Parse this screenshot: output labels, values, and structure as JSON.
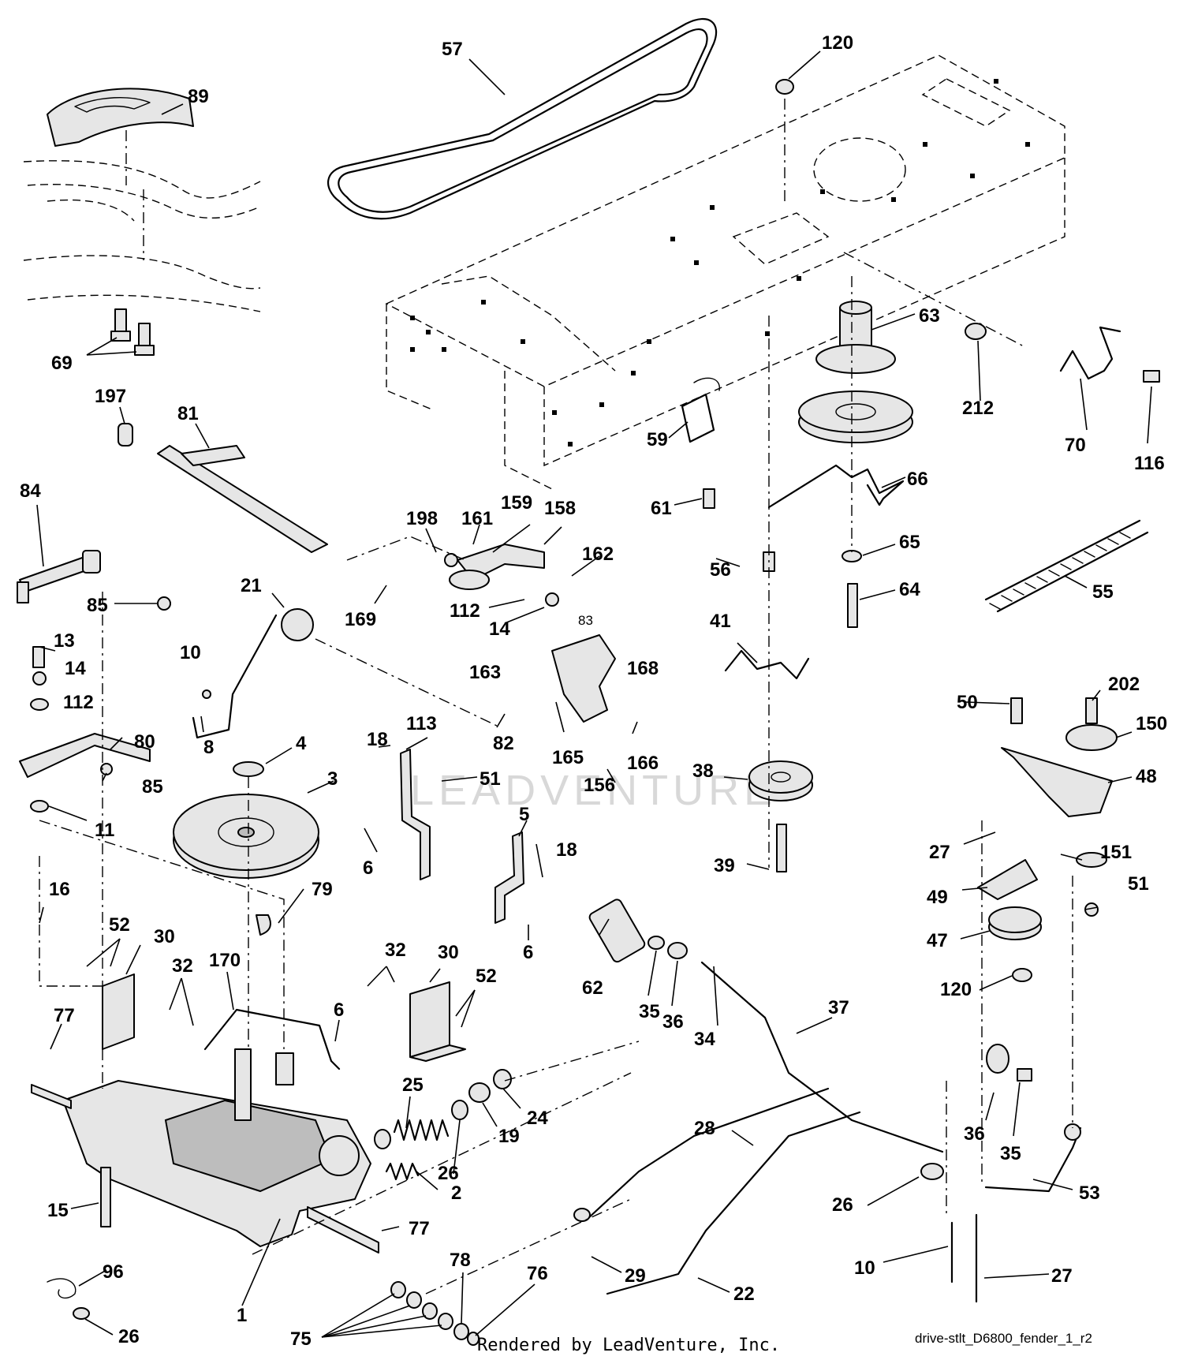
{
  "diagram": {
    "watermark_text": "LEADVENTURE",
    "drawing_reference": "drive-stlt_D6800_fender_1_r2",
    "footer_credit": "Rendered by LeadVenture, Inc.",
    "callouts": [
      {
        "id": "c57",
        "label": "57"
      },
      {
        "id": "c120a",
        "label": "120"
      },
      {
        "id": "c89",
        "label": "89"
      },
      {
        "id": "c69",
        "label": "69"
      },
      {
        "id": "c197",
        "label": "197"
      },
      {
        "id": "c81",
        "label": "81"
      },
      {
        "id": "c63",
        "label": "63"
      },
      {
        "id": "c212",
        "label": "212"
      },
      {
        "id": "c70",
        "label": "70"
      },
      {
        "id": "c116",
        "label": "116"
      },
      {
        "id": "c59",
        "label": "59"
      },
      {
        "id": "c66",
        "label": "66"
      },
      {
        "id": "c61",
        "label": "61"
      },
      {
        "id": "c84",
        "label": "84"
      },
      {
        "id": "c198",
        "label": "198"
      },
      {
        "id": "c161",
        "label": "161"
      },
      {
        "id": "c159",
        "label": "159"
      },
      {
        "id": "c158",
        "label": "158"
      },
      {
        "id": "c162",
        "label": "162"
      },
      {
        "id": "c85a",
        "label": "85"
      },
      {
        "id": "c21",
        "label": "21"
      },
      {
        "id": "c169",
        "label": "169"
      },
      {
        "id": "c112a",
        "label": "112"
      },
      {
        "id": "c14a",
        "label": "14"
      },
      {
        "id": "c83",
        "label": "83"
      },
      {
        "id": "c56",
        "label": "56"
      },
      {
        "id": "c65",
        "label": "65"
      },
      {
        "id": "c64",
        "label": "64"
      },
      {
        "id": "c55",
        "label": "55"
      },
      {
        "id": "c41",
        "label": "41"
      },
      {
        "id": "c13",
        "label": "13"
      },
      {
        "id": "c14b",
        "label": "14"
      },
      {
        "id": "c112b",
        "label": "112"
      },
      {
        "id": "c10a",
        "label": "10"
      },
      {
        "id": "c163",
        "label": "163"
      },
      {
        "id": "c168",
        "label": "168"
      },
      {
        "id": "c50",
        "label": "50"
      },
      {
        "id": "c202",
        "label": "202"
      },
      {
        "id": "c150",
        "label": "150"
      },
      {
        "id": "c80",
        "label": "80"
      },
      {
        "id": "c8",
        "label": "8"
      },
      {
        "id": "c4",
        "label": "4"
      },
      {
        "id": "c18a",
        "label": "18"
      },
      {
        "id": "c113",
        "label": "113"
      },
      {
        "id": "c82",
        "label": "82"
      },
      {
        "id": "c165",
        "label": "165"
      },
      {
        "id": "c166",
        "label": "166"
      },
      {
        "id": "c85b",
        "label": "85"
      },
      {
        "id": "c3",
        "label": "3"
      },
      {
        "id": "c51a",
        "label": "51"
      },
      {
        "id": "c156",
        "label": "156"
      },
      {
        "id": "c38",
        "label": "38"
      },
      {
        "id": "c48",
        "label": "48"
      },
      {
        "id": "c11",
        "label": "11"
      },
      {
        "id": "c5",
        "label": "5"
      },
      {
        "id": "c27a",
        "label": "27"
      },
      {
        "id": "c151",
        "label": "151"
      },
      {
        "id": "c6a",
        "label": "6"
      },
      {
        "id": "c18b",
        "label": "18"
      },
      {
        "id": "c39",
        "label": "39"
      },
      {
        "id": "c51b",
        "label": "51"
      },
      {
        "id": "c16",
        "label": "16"
      },
      {
        "id": "c79",
        "label": "79"
      },
      {
        "id": "c49",
        "label": "49"
      },
      {
        "id": "c52a",
        "label": "52"
      },
      {
        "id": "c30a",
        "label": "30"
      },
      {
        "id": "c47",
        "label": "47"
      },
      {
        "id": "c6b",
        "label": "6"
      },
      {
        "id": "c32a",
        "label": "32"
      },
      {
        "id": "c32b",
        "label": "32"
      },
      {
        "id": "c30b",
        "label": "30"
      },
      {
        "id": "c170",
        "label": "170"
      },
      {
        "id": "c52b",
        "label": "52"
      },
      {
        "id": "c62",
        "label": "62"
      },
      {
        "id": "c120b",
        "label": "120"
      },
      {
        "id": "c77a",
        "label": "77"
      },
      {
        "id": "c6c",
        "label": "6"
      },
      {
        "id": "c35a",
        "label": "35"
      },
      {
        "id": "c36a",
        "label": "36"
      },
      {
        "id": "c37",
        "label": "37"
      },
      {
        "id": "c34",
        "label": "34"
      },
      {
        "id": "c25",
        "label": "25"
      },
      {
        "id": "c24",
        "label": "24"
      },
      {
        "id": "c19",
        "label": "19"
      },
      {
        "id": "c28",
        "label": "28"
      },
      {
        "id": "c36b",
        "label": "36"
      },
      {
        "id": "c26a",
        "label": "26"
      },
      {
        "id": "c35b",
        "label": "35"
      },
      {
        "id": "c2",
        "label": "2"
      },
      {
        "id": "c53",
        "label": "53"
      },
      {
        "id": "c15",
        "label": "15"
      },
      {
        "id": "c26b",
        "label": "26"
      },
      {
        "id": "c77b",
        "label": "77"
      },
      {
        "id": "c96",
        "label": "96"
      },
      {
        "id": "c78",
        "label": "78"
      },
      {
        "id": "c10b",
        "label": "10"
      },
      {
        "id": "c27b",
        "label": "27"
      },
      {
        "id": "c29",
        "label": "29"
      },
      {
        "id": "c76",
        "label": "76"
      },
      {
        "id": "c1",
        "label": "1"
      },
      {
        "id": "c22",
        "label": "22"
      },
      {
        "id": "c26c",
        "label": "26"
      },
      {
        "id": "c75",
        "label": "75"
      }
    ]
  }
}
